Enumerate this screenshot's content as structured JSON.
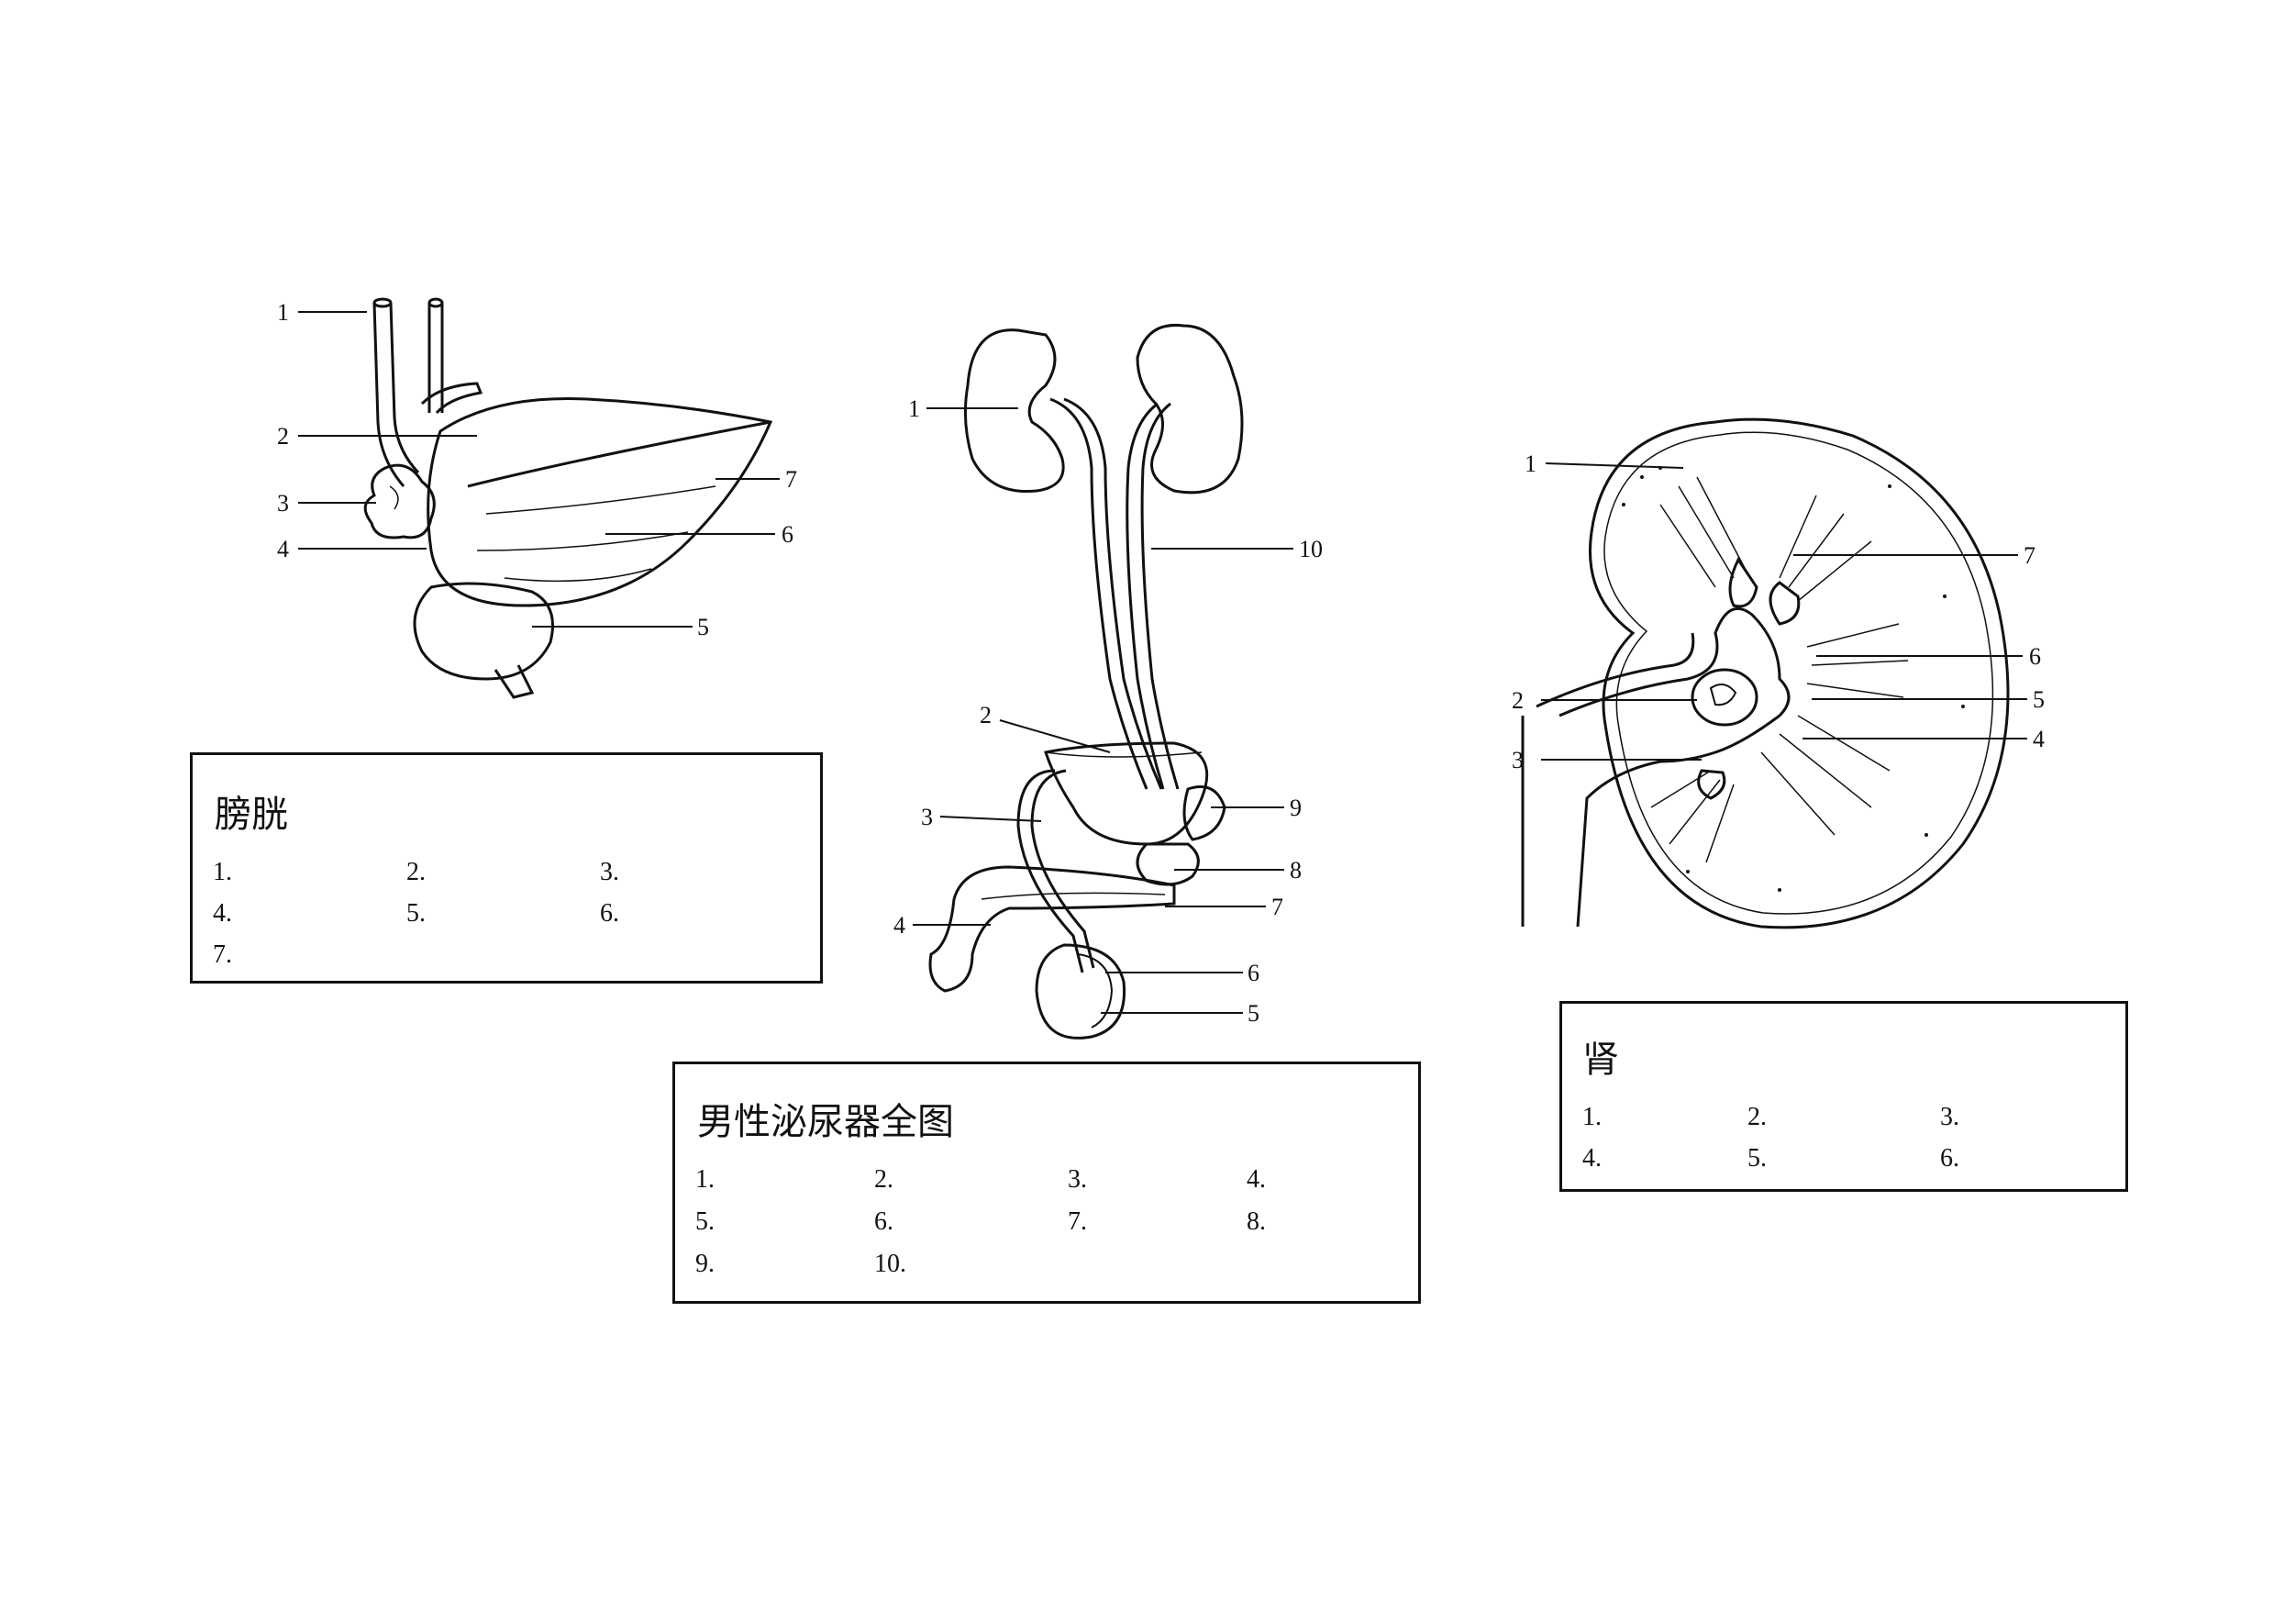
{
  "bladder_figure": {
    "labels": [
      "1",
      "2",
      "3",
      "4",
      "5",
      "6",
      "7"
    ]
  },
  "system_figure": {
    "labels": [
      "1",
      "2",
      "3",
      "4",
      "5",
      "6",
      "7",
      "8",
      "9",
      "10"
    ]
  },
  "kidney_figure": {
    "labels": [
      "1",
      "2",
      "3",
      "4",
      "5",
      "6",
      "7"
    ]
  },
  "bladder_box": {
    "title": "膀胱",
    "items": [
      "1.",
      "2.",
      "3.",
      "4.",
      "5.",
      "6.",
      "7."
    ]
  },
  "system_box": {
    "title": "男性泌尿器全图",
    "items": [
      "1.",
      "2.",
      "3.",
      "4.",
      "5.",
      "6.",
      "7.",
      "8.",
      "9.",
      "10."
    ]
  },
  "kidney_box": {
    "title": "肾",
    "items": [
      "1.",
      "2.",
      "3.",
      "4.",
      "5.",
      "6."
    ]
  }
}
